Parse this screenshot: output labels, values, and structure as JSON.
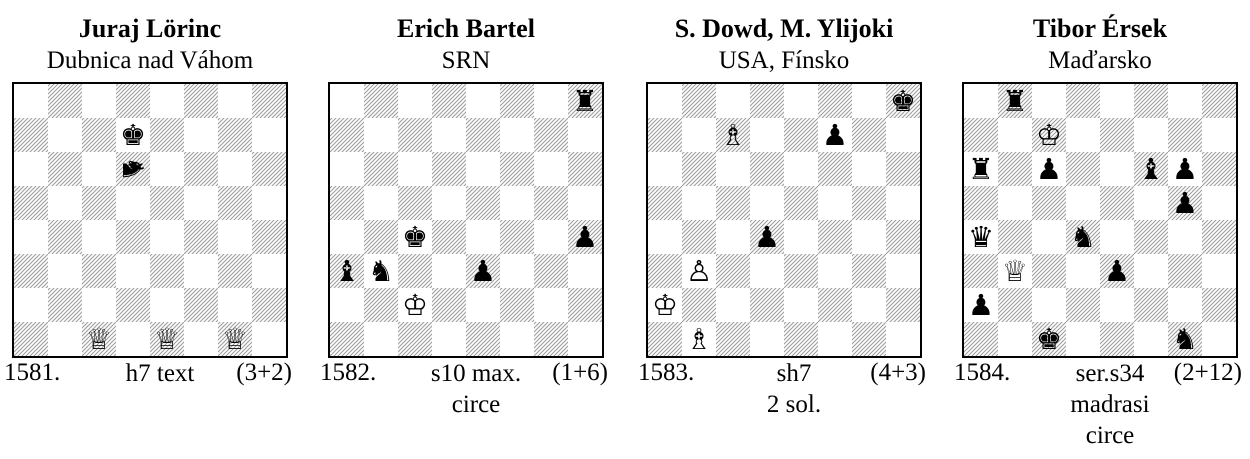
{
  "problems": [
    {
      "author": "Juraj Lörinc",
      "origin": "Dubnica nad Váhom",
      "number": "1581.",
      "stipulation": [
        "h7 text"
      ],
      "count": "(3+2)",
      "pieces": [
        {
          "sq": "d7",
          "glyph": "♚",
          "color": "black"
        },
        {
          "sq": "d6",
          "glyph": "♞",
          "color": "black",
          "rotated": true
        },
        {
          "sq": "c1",
          "glyph": "♕",
          "color": "white",
          "variant": "royal"
        },
        {
          "sq": "e1",
          "glyph": "♕",
          "color": "white",
          "variant": "royal"
        },
        {
          "sq": "g1",
          "glyph": "♕",
          "color": "white",
          "variant": "royal"
        }
      ]
    },
    {
      "author": "Erich Bartel",
      "origin": "SRN",
      "number": "1582.",
      "stipulation": [
        "s10 max.",
        "circe"
      ],
      "count": "(1+6)",
      "pieces": [
        {
          "sq": "h8",
          "glyph": "♜",
          "color": "black"
        },
        {
          "sq": "c4",
          "glyph": "♚",
          "color": "black"
        },
        {
          "sq": "h4",
          "glyph": "♟",
          "color": "black"
        },
        {
          "sq": "a3",
          "glyph": "♝",
          "color": "black"
        },
        {
          "sq": "b3",
          "glyph": "♞",
          "color": "black"
        },
        {
          "sq": "e3",
          "glyph": "♟",
          "color": "black"
        },
        {
          "sq": "c2",
          "glyph": "♔",
          "color": "white"
        }
      ]
    },
    {
      "author": "S. Dowd, M. Ylijoki",
      "origin": "USA, Fínsko",
      "number": "1583.",
      "stipulation": [
        "sh7",
        "2 sol."
      ],
      "count": "(4+3)",
      "pieces": [
        {
          "sq": "h8",
          "glyph": "♚",
          "color": "black"
        },
        {
          "sq": "c7",
          "glyph": "♗",
          "color": "white"
        },
        {
          "sq": "f7",
          "glyph": "♟",
          "color": "black"
        },
        {
          "sq": "d4",
          "glyph": "♟",
          "color": "black"
        },
        {
          "sq": "b3",
          "glyph": "♙",
          "color": "white"
        },
        {
          "sq": "a2",
          "glyph": "♔",
          "color": "white"
        },
        {
          "sq": "b1",
          "glyph": "♗",
          "color": "white"
        }
      ]
    },
    {
      "author": "Tibor Érsek",
      "origin": "Maďarsko",
      "number": "1584.",
      "stipulation": [
        "ser.s34",
        "madrasi",
        "circe"
      ],
      "count": "(2+12)",
      "pieces": [
        {
          "sq": "b8",
          "glyph": "♜",
          "color": "black"
        },
        {
          "sq": "c7",
          "glyph": "♔",
          "color": "white"
        },
        {
          "sq": "a6",
          "glyph": "♜",
          "color": "black"
        },
        {
          "sq": "c6",
          "glyph": "♟",
          "color": "black"
        },
        {
          "sq": "f6",
          "glyph": "♝",
          "color": "black"
        },
        {
          "sq": "g6",
          "glyph": "♟",
          "color": "black"
        },
        {
          "sq": "g5",
          "glyph": "♟",
          "color": "black"
        },
        {
          "sq": "a4",
          "glyph": "♛",
          "color": "black"
        },
        {
          "sq": "d4",
          "glyph": "♞",
          "color": "black"
        },
        {
          "sq": "b3",
          "glyph": "♕",
          "color": "white"
        },
        {
          "sq": "e3",
          "glyph": "♟",
          "color": "black"
        },
        {
          "sq": "a2",
          "glyph": "♟",
          "color": "black"
        },
        {
          "sq": "c1",
          "glyph": "♚",
          "color": "black"
        },
        {
          "sq": "g1",
          "glyph": "♞",
          "color": "black"
        }
      ]
    }
  ]
}
